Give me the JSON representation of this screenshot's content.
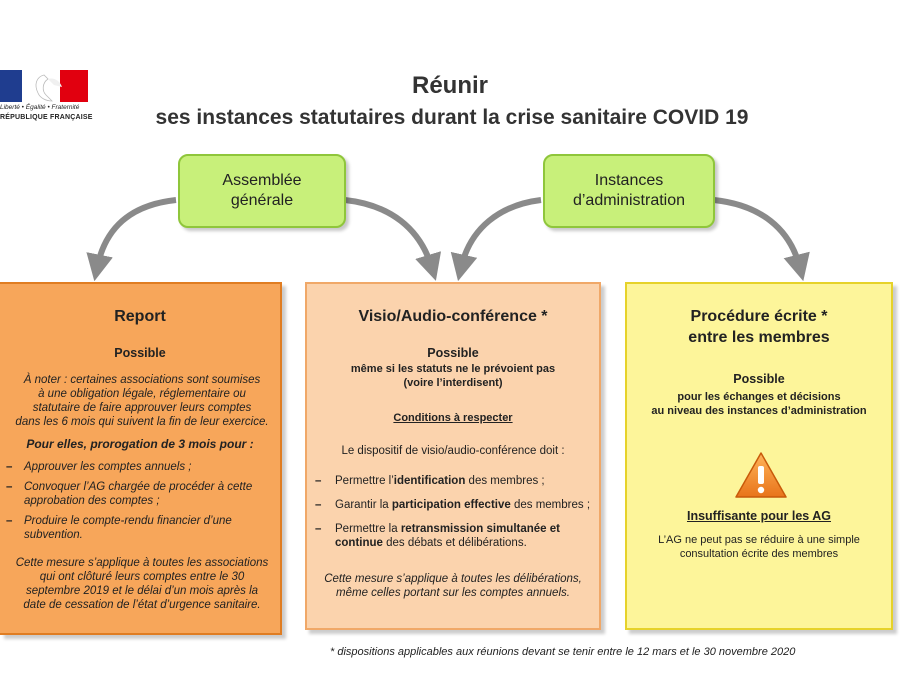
{
  "logo": {
    "motto": "Liberté • Égalité • Fraternité",
    "republic": "RÉPUBLIQUE FRANÇAISE"
  },
  "header": {
    "title": "Réunir",
    "subtitle": "ses instances statutaires durant la crise sanitaire COVID 19"
  },
  "nodes": {
    "assemblee": {
      "line1": "Assemblée",
      "line2": "générale"
    },
    "instances": {
      "line1": "Instances",
      "line2": "d’administration"
    }
  },
  "report": {
    "title": "Report",
    "status": "Possible",
    "note": [
      "À noter : certaines associations sont soumises",
      "à une obligation légale, réglementaire ou",
      "statutaire de faire approuver leurs comptes",
      "dans les 6 mois qui suivent la fin de leur exercice."
    ],
    "prorogation": "Pour elles, prorogation de 3 mois pour :",
    "items": [
      [
        "Approuver les comptes annuels ;"
      ],
      [
        "Convoquer l’AG chargée de procéder à cette",
        "approbation des comptes ;"
      ],
      [
        "Produire le compte-rendu financier d’une",
        "subvention."
      ]
    ],
    "measure": [
      "Cette mesure s’applique à toutes les associations",
      "qui ont clôturé leurs comptes entre le 30",
      "septembre 2019 et le délai d’un mois après la",
      "date de cessation de l’état d’urgence sanitaire."
    ]
  },
  "visio": {
    "title": "Visio/Audio-conférence *",
    "status": "Possible",
    "status_detail": [
      "même si les statuts ne le prévoient pas",
      "(voire l’interdisent)"
    ],
    "conditions_title": "Conditions à respecter",
    "intro": "Le dispositif de visio/audio-conférence doit :",
    "items": [
      {
        "pre": "Permettre l’",
        "bold": "identification",
        "post": " des membres ;"
      },
      {
        "pre": "Garantir la ",
        "bold": "participation effective",
        "post": " des membres ;"
      },
      {
        "pre": "Permettre la ",
        "bold": "retransmission simultanée et",
        "bold2": "continue",
        "post": " des débats et délibérations."
      }
    ],
    "measure": [
      "Cette mesure s’applique à toutes les délibérations,",
      "même celles portant sur les comptes annuels."
    ]
  },
  "ecrite": {
    "title_line1": "Procédure écrite *",
    "title_line2": "entre les membres",
    "status": "Possible",
    "status_detail": [
      "pour les échanges et décisions",
      "au niveau des instances d’administration"
    ],
    "warning_title": "Insuffisante pour les AG",
    "warning_text": [
      "L’AG ne peut pas se réduire à une simple",
      "consultation écrite des membres"
    ]
  },
  "footnote": "* dispositions applicables aux réunions devant se tenir entre le 12 mars et le 30 novembre 2020",
  "colors": {
    "green_box": "#c8f07a",
    "orange_column": "#f7a65a",
    "peach_column": "#fbd3ad",
    "yellow_column": "#fdf59a",
    "arrow": "#8a8a8a"
  }
}
